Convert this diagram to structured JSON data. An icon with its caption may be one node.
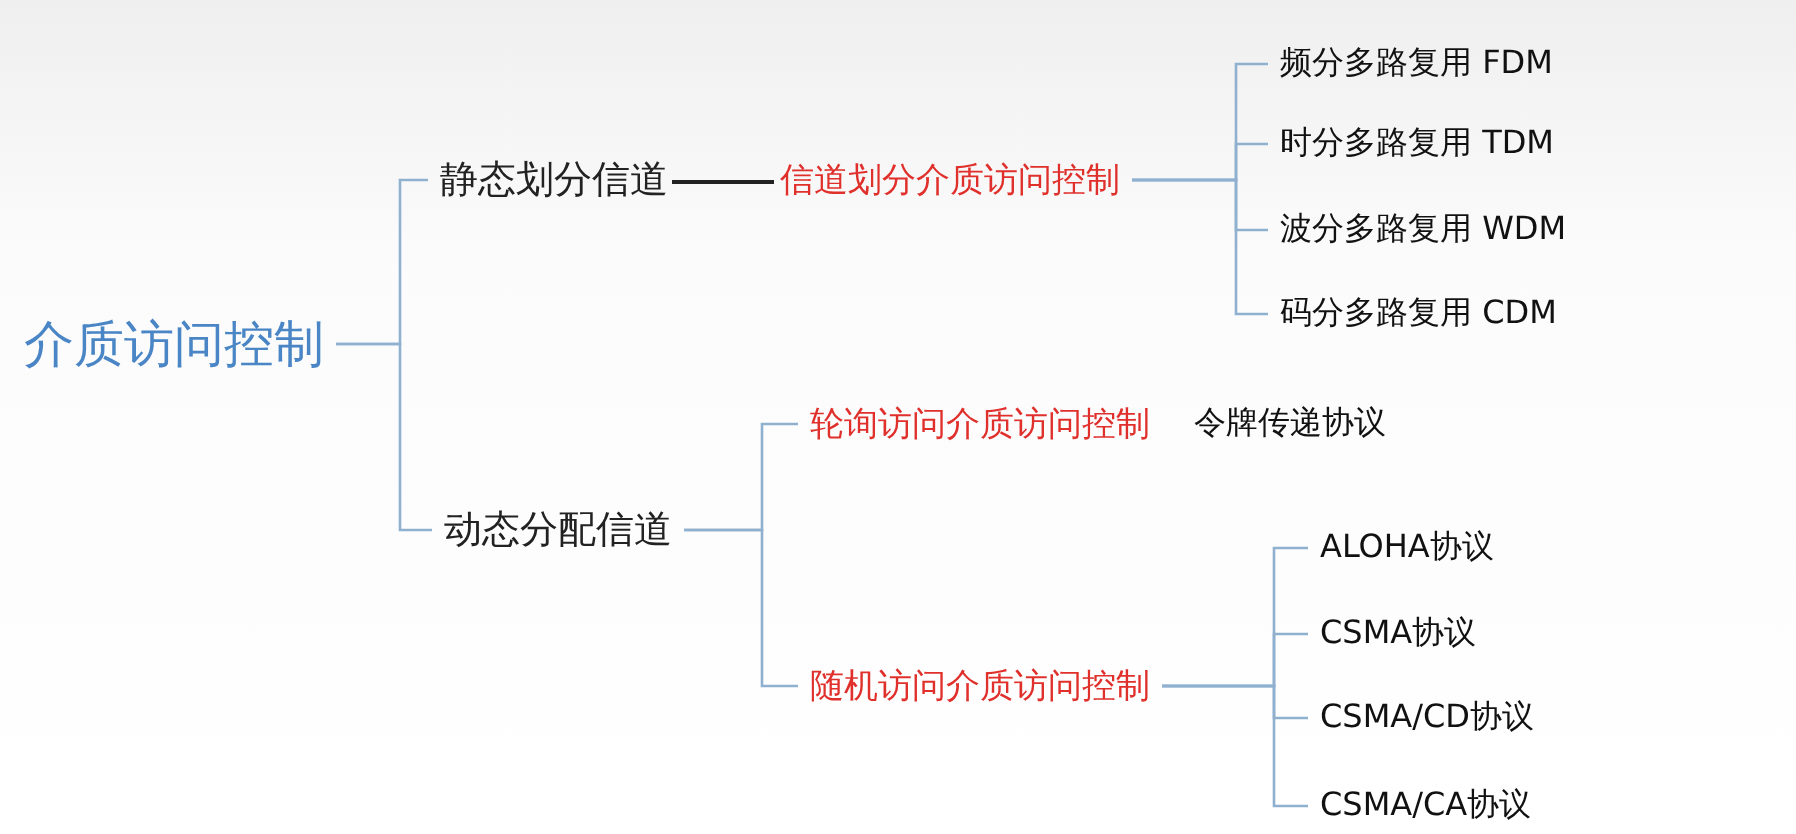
{
  "diagram": {
    "nodes": [
      {
        "text": [
          "介质访问控制"
        ]
      },
      {
        "text": [
          "静态划分信道"
        ]
      },
      {
        "text": [
          "信道划分介质访问控制"
        ]
      },
      {
        "text": [
          "频分多路复用 FDM"
        ]
      },
      {
        "text": [
          "时分多路复用 TDM"
        ]
      },
      {
        "text": [
          "波分多路复用 WDM"
        ]
      },
      {
        "text": [
          "码分多路复用 CDM"
        ]
      },
      {
        "text": [
          "动态分配信道"
        ]
      },
      {
        "text": [
          "轮询访问介质访问控制"
        ],
        "beside": [
          "令牌传递协议"
        ]
      },
      {
        "text": [
          "随机访问介质访问控制"
        ]
      },
      {
        "text": [
          "ALOHA协议"
        ]
      },
      {
        "text": [
          "CSMA协议"
        ]
      },
      {
        "text": [
          "CSMA/CD协议"
        ]
      },
      {
        "text": [
          "CSMA/CA协议"
        ]
      }
    ],
    "edges": [
      {
        "from": 0,
        "to": 1,
        "arrow": "none"
      },
      {
        "from": 0,
        "to": 7,
        "arrow": "none"
      },
      {
        "from": 1,
        "to": 2,
        "arrow": "none",
        "color": "#222222"
      },
      {
        "from": 2,
        "to": 3,
        "arrow": "none"
      },
      {
        "from": 2,
        "to": 4,
        "arrow": "none"
      },
      {
        "from": 2,
        "to": 5,
        "arrow": "none"
      },
      {
        "from": 2,
        "to": 6,
        "arrow": "none"
      },
      {
        "from": 7,
        "to": 8,
        "arrow": "none"
      },
      {
        "from": 7,
        "to": 9,
        "arrow": "none"
      },
      {
        "from": 9,
        "to": 10,
        "arrow": "none"
      },
      {
        "from": 9,
        "to": 11,
        "arrow": "none"
      },
      {
        "from": 9,
        "to": 12,
        "arrow": "none"
      },
      {
        "from": 9,
        "to": 13,
        "arrow": "none"
      }
    ]
  }
}
